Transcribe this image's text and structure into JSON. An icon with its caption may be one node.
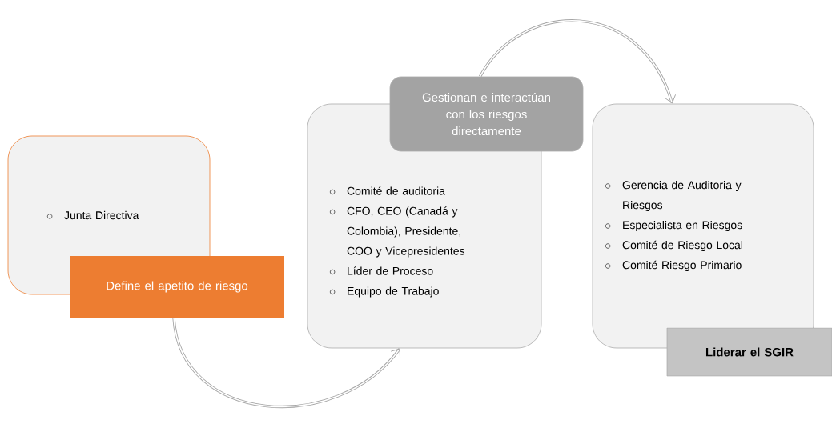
{
  "diagram": {
    "nodes": [
      {
        "text": [
          "Junta Directiva"
        ]
      },
      {
        "text": [
          "Define el apetito de riesgo"
        ]
      },
      {
        "text": [
          "Comité de auditoria",
          "CFO, CEO (Canadá y Colombia), Presidente, COO y Vicepresidentes",
          "Líder de Proceso",
          "Equipo de Trabajo"
        ]
      },
      {
        "text": [
          "Gestionan e interactúan con los riesgos directamente"
        ]
      },
      {
        "text": [
          "Gerencia de Auditoria y Riesgos",
          "Especialista en Riesgos",
          "Comité de Riesgo Local",
          "Comité Riesgo Primario"
        ]
      },
      {
        "text": [
          "Liderar el SGIR"
        ]
      }
    ],
    "edges": [
      {
        "from": 1,
        "to": 2,
        "arrow": "to"
      },
      {
        "from": 3,
        "to": 4,
        "arrow": "to"
      }
    ]
  }
}
